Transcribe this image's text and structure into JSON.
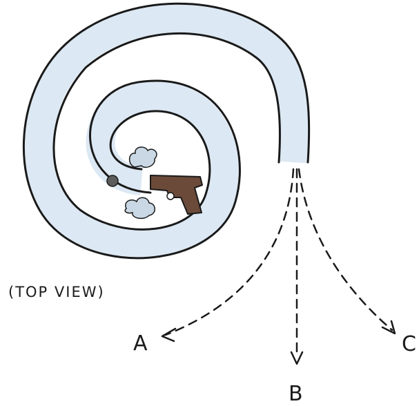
{
  "labels": {
    "view": "(TOP VIEW)",
    "path_a": "A",
    "path_b": "B",
    "path_c": "C"
  },
  "colors": {
    "ink": "#1a1a1a",
    "tube_fill": "#dce8f3",
    "gun": "#6b4a3a",
    "ball": "#5c5c5c",
    "smoke": "#c9d8e4"
  },
  "icons": {
    "ball": "ball-icon",
    "gun": "gun-icon",
    "smoke": "smoke-icon"
  }
}
